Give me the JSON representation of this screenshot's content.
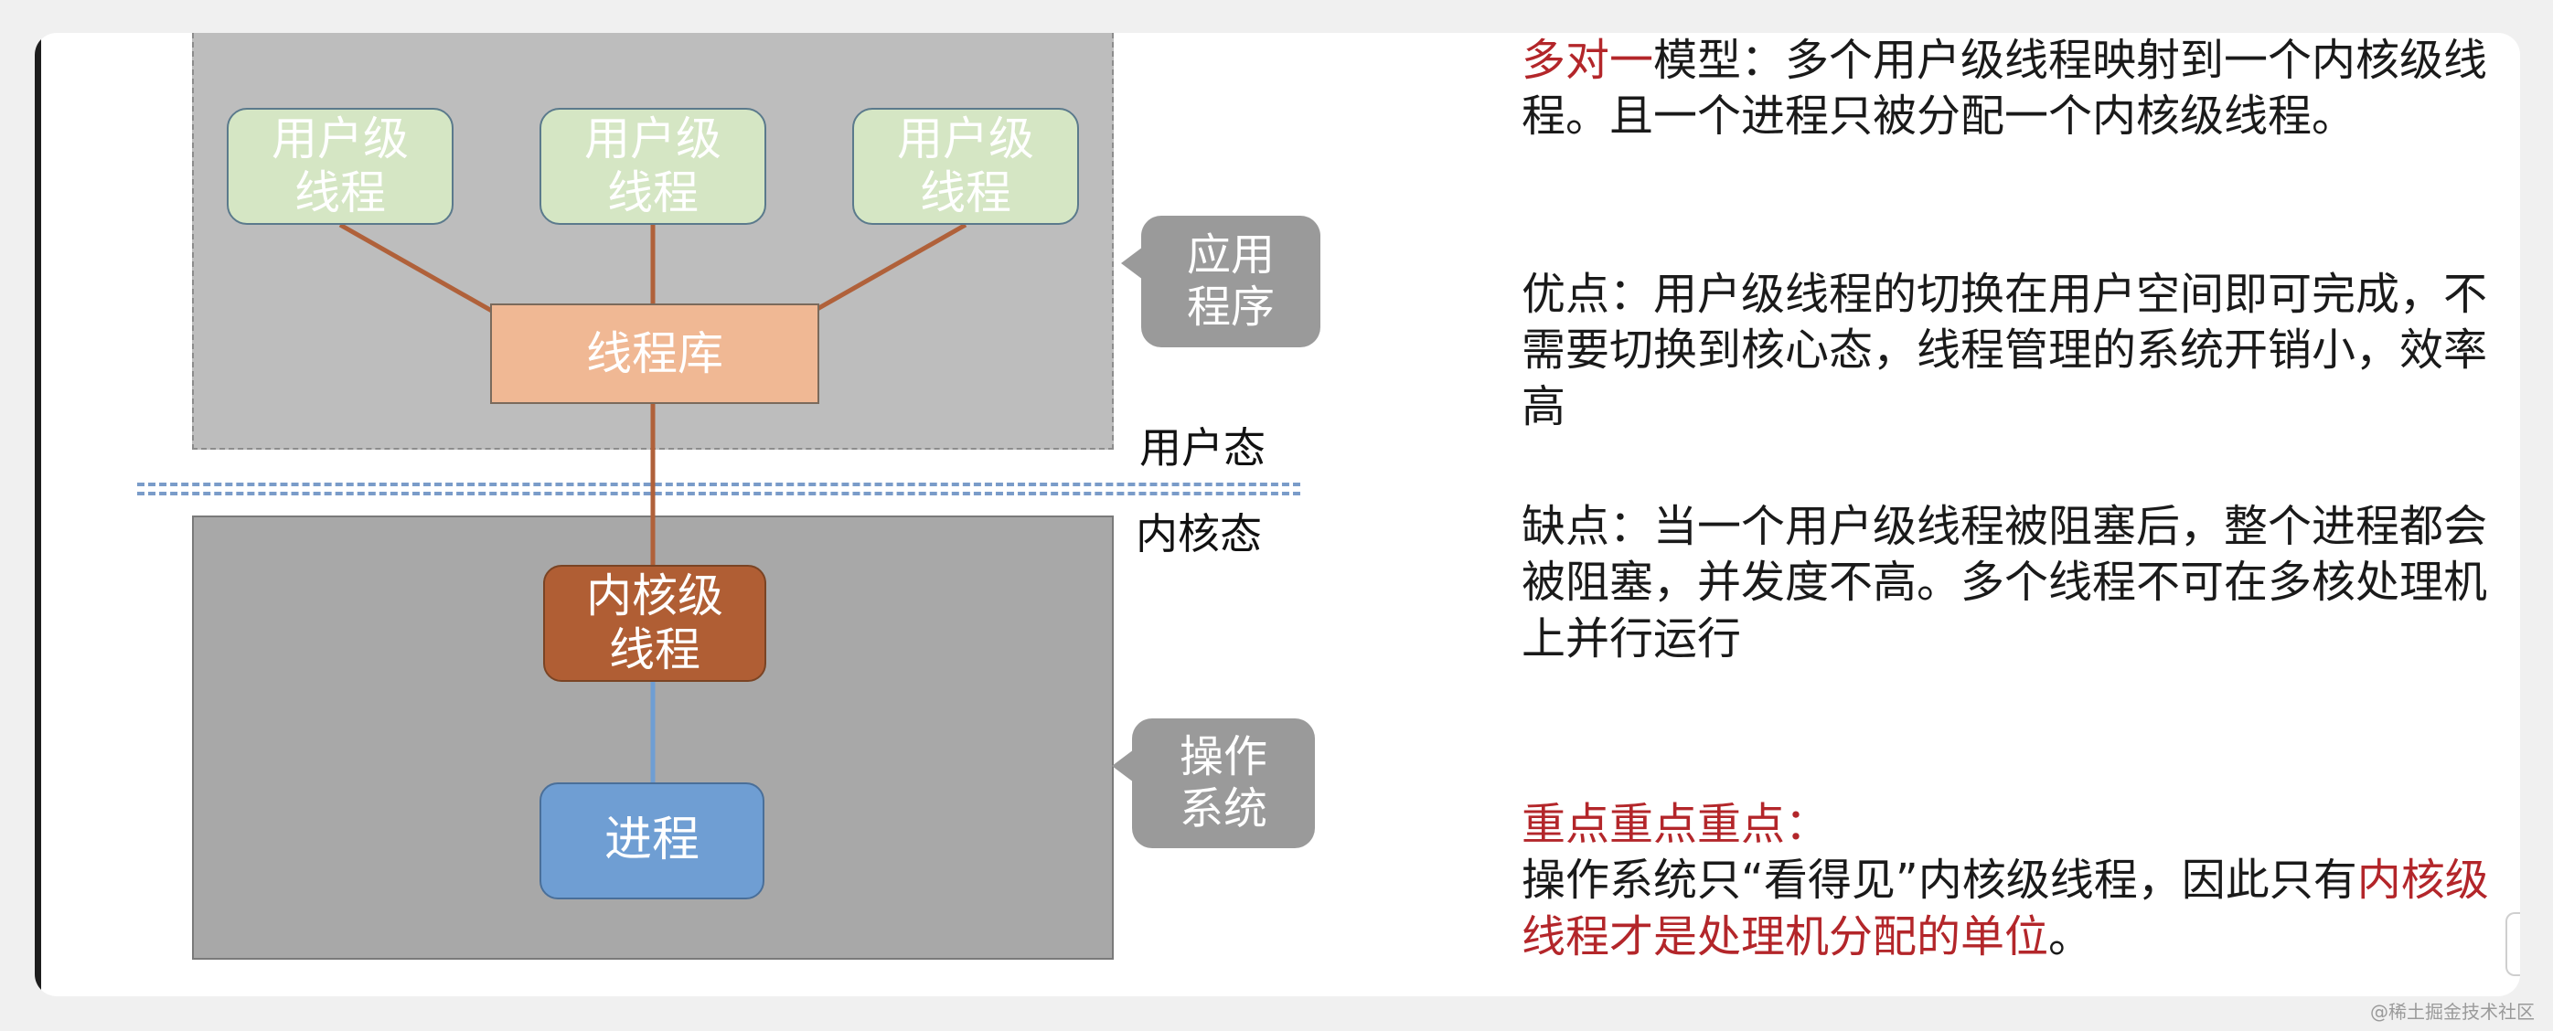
{
  "diagram": {
    "user_threads": [
      {
        "label": "用户级\n线程"
      },
      {
        "label": "用户级\n线程"
      },
      {
        "label": "用户级\n线程"
      }
    ],
    "thread_library": "线程库",
    "kernel_thread": "内核级\n线程",
    "process": "进程",
    "callout_app": "应用\n程序",
    "callout_os": "操作\n系统",
    "user_mode": "用户态",
    "kernel_mode": "内核态",
    "colors": {
      "connector": "#b0613a",
      "connector_lower": "#6f9ed3",
      "divider": "#7a9cc9"
    }
  },
  "text": {
    "model_title": "多对一",
    "model_desc": "模型：多个用户级线程映射到一个内核级线程。且一个进程只被分配一个内核级线程。",
    "pros": "优点：用户级线程的切换在用户空间即可完成，不需要切换到核心态，线程管理的系统开销小，效率高",
    "cons": "缺点：当一个用户级线程被阻塞后，整个进程都会被阻塞，并发度不高。多个线程不可在多核处理机上并行运行",
    "key_points": "重点重点重点：",
    "conclusion_a": "操作系统只“看得见”内核级线程，因此只有",
    "conclusion_b": "内核级线程才是处理机分配的单位",
    "conclusion_c": "。"
  },
  "watermark": "@稀土掘金技术社区"
}
